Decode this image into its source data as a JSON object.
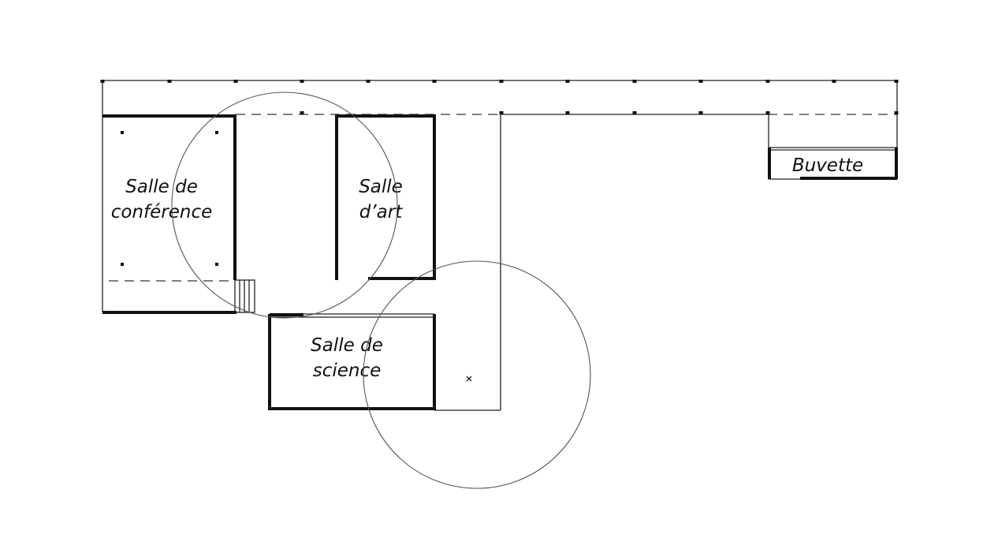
{
  "plan": {
    "rooms": [
      {
        "id": "conference",
        "lines": [
          "Salle de",
          "conférence"
        ]
      },
      {
        "id": "art",
        "lines": [
          "Salle",
          "d’art"
        ]
      },
      {
        "id": "science",
        "lines": [
          "Salle de",
          "science"
        ]
      },
      {
        "id": "buvette",
        "lines": [
          "Buvette"
        ]
      }
    ],
    "colors": {
      "line": "#111111",
      "background": "#ffffff"
    }
  }
}
